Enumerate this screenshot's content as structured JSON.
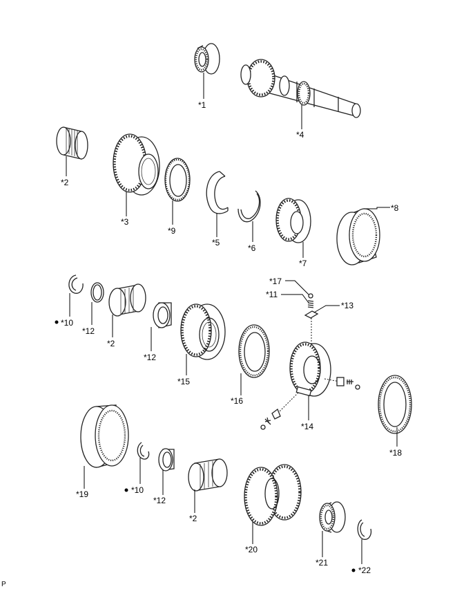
{
  "figure_code": "P",
  "callouts": {
    "c1": "*1",
    "c2a": "*2",
    "c3": "*3",
    "c4": "*4",
    "c5": "*5",
    "c6": "*6",
    "c7": "*7",
    "c8": "*8",
    "c9": "*9",
    "c10a": "*10",
    "c12a": "*12",
    "c2b": "*2",
    "c12b": "*12",
    "c15": "*15",
    "c16": "*16",
    "c17": "*17",
    "c11": "*11",
    "c13": "*13",
    "c14": "*14",
    "c18": "*18",
    "c19": "*19",
    "c10b": "*10",
    "c12c": "*12",
    "c2c": "*2",
    "c20": "*20",
    "c21": "*21",
    "c22": "*22"
  },
  "markers": [
    "c10a",
    "c10b",
    "c22"
  ],
  "marker_symbol": "black-dot"
}
